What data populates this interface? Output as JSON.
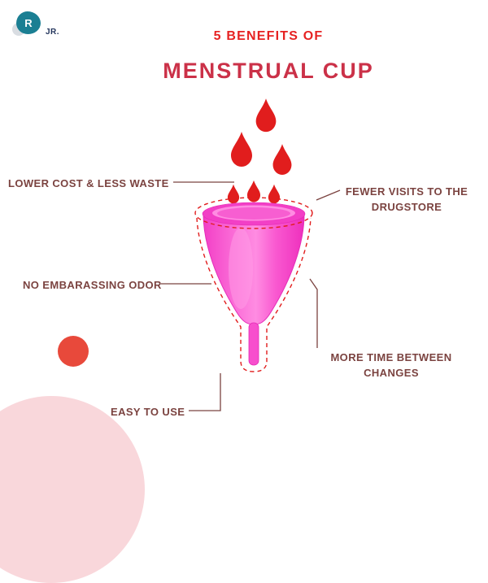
{
  "logo": {
    "letter": "R",
    "suffix": "JR."
  },
  "header": {
    "kicker": "5 BENEFITS OF",
    "title": "MENSTRUAL CUP"
  },
  "labels": {
    "lower_cost": "LOWER COST & LESS WASTE",
    "fewer_visits": "FEWER VISITS TO THE DRUGSTORE",
    "no_odor": "NO EMBARASSING ODOR",
    "more_time": "MORE TIME BETWEEN CHANGES",
    "easy_to_use": "EASY TO USE"
  },
  "illustration": {
    "subject": "pink menstrual cup with red blood drops and dashed red outline"
  },
  "colors": {
    "kicker_red": "#e62222",
    "title_red": "#cb3148",
    "label_maroon": "#7b4340",
    "connector": "#7b4340",
    "drop_red": "#e11d1d",
    "cup_pink": "#f649c9",
    "cup_pink_light": "#ff8ce2",
    "logo_teal": "#1b7f93",
    "logo_text": "#23355c",
    "accent_red_circle": "#e8493b",
    "corner_pink": "#f9d7db"
  }
}
